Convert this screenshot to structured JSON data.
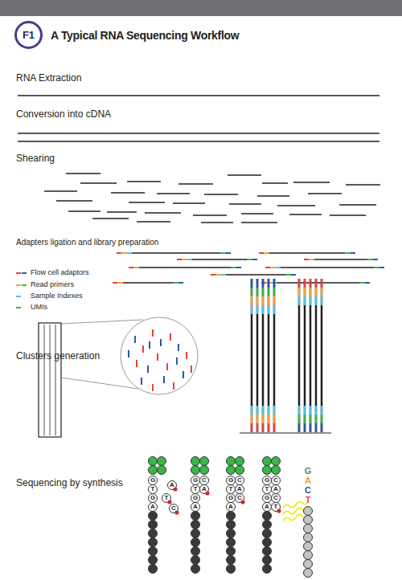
{
  "diagram": {
    "title": "A Typical RNA Sequencing Workflow",
    "nodes": [
      {
        "text": [
          "F1"
        ]
      }
    ],
    "labels": [
      "RNA Extraction",
      "Conversion into cDNA",
      "Shearing",
      "Adapters ligation and library preparation",
      "Clusters generation",
      "Sequencing by synthesis",
      "G",
      "T",
      "G",
      "A",
      "A",
      "T",
      "C",
      "G",
      "T",
      "G",
      "A",
      "C",
      "A",
      "G",
      "T",
      "G",
      "A",
      "C",
      "A",
      "C",
      "G",
      "T",
      "G",
      "A",
      "C",
      "A",
      "C",
      "T",
      "G",
      "A",
      "C",
      "T"
    ],
    "legend": [
      {
        "text": "Flow cell adaptors"
      },
      {
        "text": "Read primers"
      },
      {
        "text": "Sample Indexes"
      },
      {
        "text": "UMIs"
      }
    ]
  }
}
